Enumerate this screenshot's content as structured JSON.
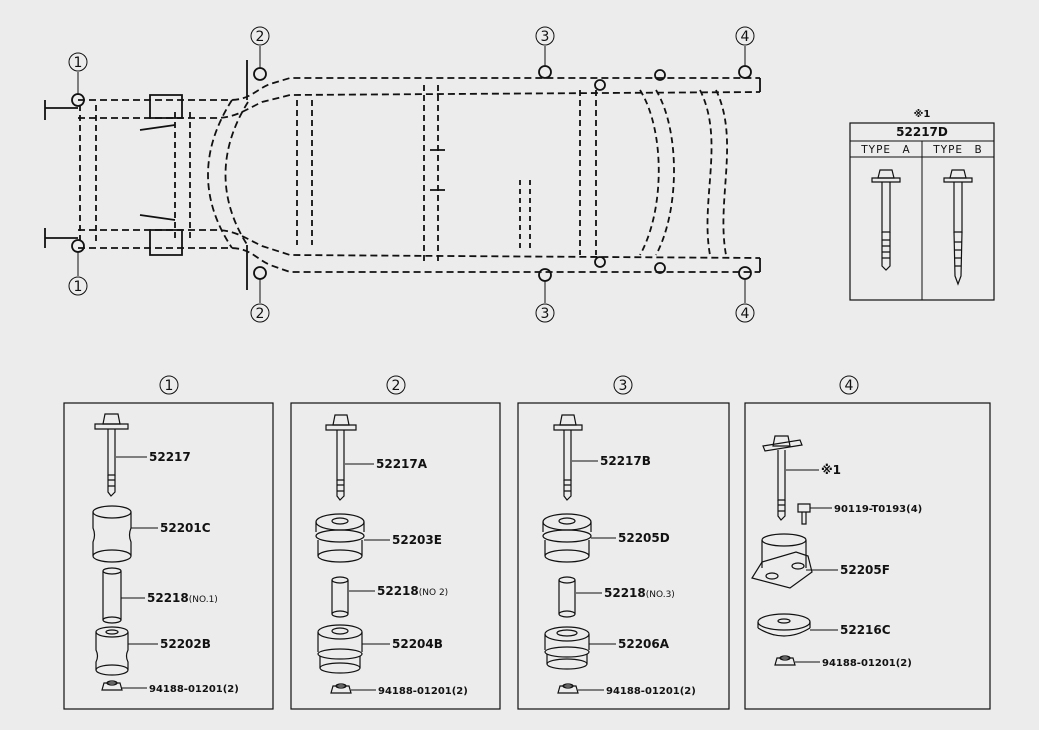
{
  "frame_callouts": {
    "front_left_top": "1",
    "front_left_bottom": "1",
    "cab_left_top": "2",
    "cab_left_bottom": "2",
    "mid_top": "3",
    "mid_bottom": "3",
    "rear_top": "4",
    "rear_bottom": "4"
  },
  "type_table": {
    "note": "※1",
    "part_no": "52217D",
    "type_a": "TYPE　A",
    "type_b": "TYPE　B"
  },
  "groups": [
    {
      "number": "1",
      "parts": [
        {
          "label": "52217"
        },
        {
          "label": "52201C"
        },
        {
          "label": "52218",
          "suffix": "(NO.1)"
        },
        {
          "label": "52202B"
        },
        {
          "label": "94188-01201(2)"
        }
      ]
    },
    {
      "number": "2",
      "parts": [
        {
          "label": "52217A"
        },
        {
          "label": "52203E"
        },
        {
          "label": "52218",
          "suffix": "(NO 2)"
        },
        {
          "label": "52204B"
        },
        {
          "label": "94188-01201(2)"
        }
      ]
    },
    {
      "number": "3",
      "parts": [
        {
          "label": "52217B"
        },
        {
          "label": "52205D"
        },
        {
          "label": "52218",
          "suffix": "(NO.3)"
        },
        {
          "label": "52206A"
        },
        {
          "label": "94188-01201(2)"
        }
      ]
    },
    {
      "number": "4",
      "parts": [
        {
          "label": "※1"
        },
        {
          "label": "90119-T0193(4)"
        },
        {
          "label": "52205F"
        },
        {
          "label": "52216C"
        },
        {
          "label": "94188-01201(2)"
        }
      ]
    }
  ]
}
